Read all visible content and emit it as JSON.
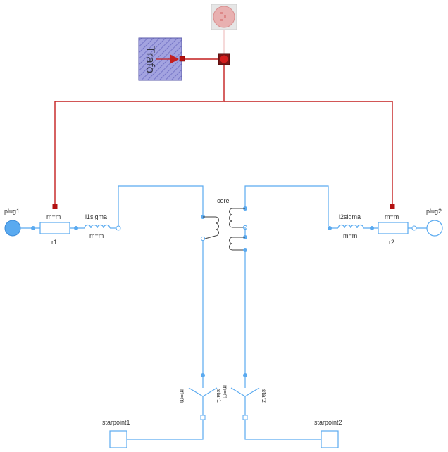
{
  "labels": {
    "trafo": "Trafo",
    "plug1": "plug1",
    "plug2": "plug2",
    "r1_param": "m=m",
    "r1_name": "r1",
    "r2_param": "m=m",
    "r2_name": "r2",
    "l1sigma_name": "l1sigma",
    "l1sigma_param": "m=m",
    "l2sigma_name": "l2sigma",
    "l2sigma_param": "m=m",
    "core": "core",
    "star1_param": "m=m",
    "star1_param2": "m=m",
    "star1_name": "star1",
    "star2_name": "star2",
    "starpoint1": "starpoint1",
    "starpoint2": "starpoint2"
  },
  "colors": {
    "electrical": "#5aaaf0",
    "signal": "#c41f1f",
    "coil": "#404040",
    "trafo_fill": "#a0a0e0"
  },
  "icons": {
    "trafo_block": "hatched-block",
    "bus": "bus-connector",
    "star_point": "star-connection",
    "plug": "multi-phase-plug"
  }
}
